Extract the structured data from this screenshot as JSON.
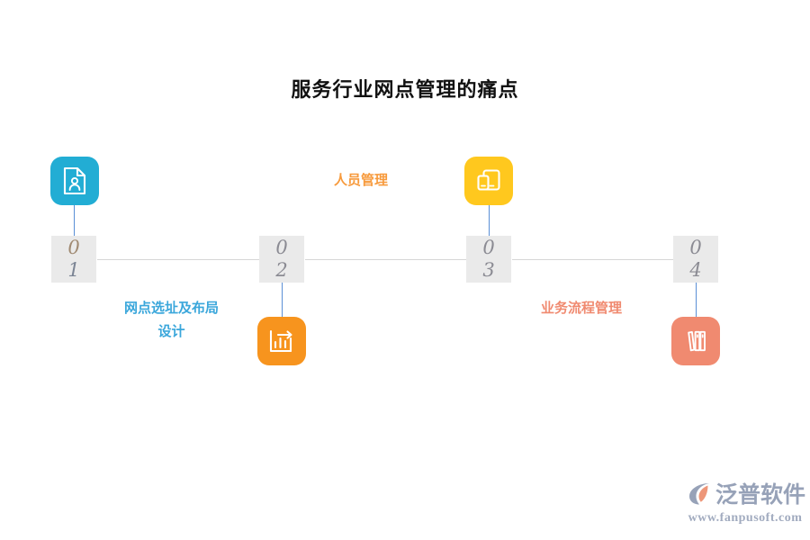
{
  "page": {
    "title": "服务行业网点管理的痛点",
    "background_color": "#FFFFFF"
  },
  "palette": {
    "blue": "#22ADD4",
    "orange": "#F7941E",
    "yellow": "#FFC81E",
    "salmon": "#F08A70",
    "axis_line": "#D6D6D6",
    "connector_line": "#5A8FD6",
    "number_block_bg": "#EAEAEA",
    "number_top_color": "#A08A72",
    "number_bottom_color": "#7B8494",
    "number_gray": "#8B8B93",
    "title_color": "#111111"
  },
  "timeline": {
    "steps": [
      {
        "index": "01",
        "number_top": "0",
        "number_bottom": "1",
        "icon_name": "document-person-icon",
        "icon_color": "#22ADD4",
        "icon_position": "above",
        "caption": "网点选址及布局\n设计",
        "caption_color": "#3BA7DB",
        "caption_position": "below"
      },
      {
        "index": "02",
        "number_top": "0",
        "number_bottom": "2",
        "icon_name": "bar-chart-growth-icon",
        "icon_color": "#F7941E",
        "icon_position": "below",
        "caption": "",
        "caption_color": "#F7941E",
        "caption_position": "none"
      },
      {
        "index": "03",
        "number_top": "0",
        "number_bottom": "3",
        "icon_name": "devices-cards-icon",
        "icon_color": "#FFC81E",
        "icon_position": "above",
        "caption": "人员管理",
        "caption_color": "#F79A3C",
        "caption_position": "above"
      },
      {
        "index": "04",
        "number_top": "0",
        "number_bottom": "4",
        "icon_name": "books-shelf-icon",
        "icon_color": "#F08A70",
        "icon_position": "below",
        "caption": "业务流程管理",
        "caption_color": "#F08A70",
        "caption_position": "below"
      }
    ]
  },
  "watermark": {
    "brand_name": "泛普软件",
    "url": "www.fanpusoft.com",
    "mark_name": "fanpu-swoosh-logo",
    "text_color": "#8F9BB3",
    "accent_color": "#EC8E6E"
  }
}
